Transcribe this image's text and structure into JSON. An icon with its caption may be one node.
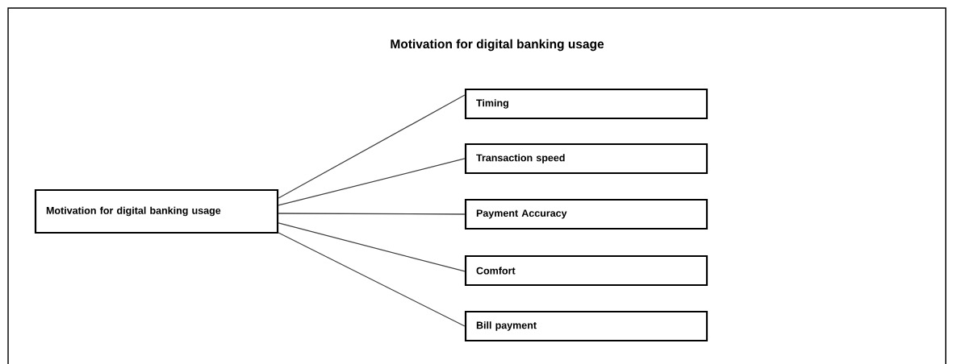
{
  "diagram": {
    "title": "Motivation for digital banking usage",
    "nodes": [
      {
        "text": [
          "Motivation for digital banking usage"
        ]
      },
      {
        "text": [
          "Timing"
        ]
      },
      {
        "text": [
          "Transaction speed"
        ]
      },
      {
        "text": [
          "Payment Accuracy"
        ]
      },
      {
        "text": [
          "Comfort"
        ]
      },
      {
        "text": [
          "Bill payment"
        ]
      }
    ],
    "edges": [
      {
        "from": 0,
        "to": 1,
        "arrow": "none"
      },
      {
        "from": 0,
        "to": 2,
        "arrow": "none"
      },
      {
        "from": 0,
        "to": 3,
        "arrow": "none"
      },
      {
        "from": 0,
        "to": 4,
        "arrow": "none"
      },
      {
        "from": 0,
        "to": 5,
        "arrow": "none"
      }
    ]
  }
}
